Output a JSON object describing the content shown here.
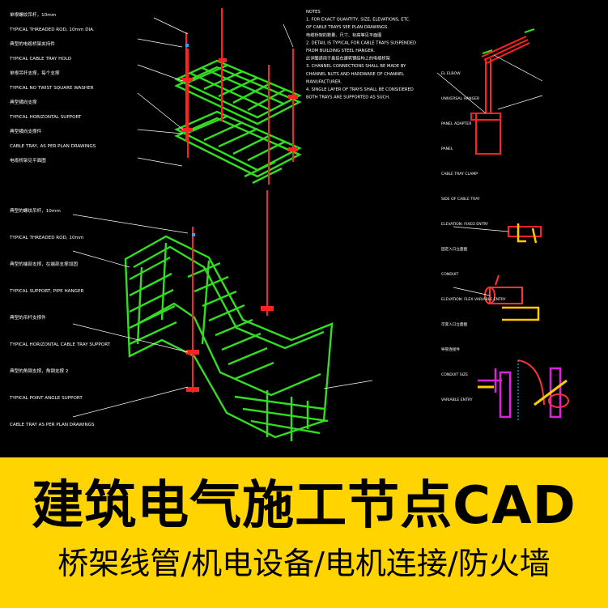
{
  "banner": {
    "title": "建筑电气施工节点CAD",
    "subtitle": "桥架线管/机电设备/电机连接/防火墙"
  },
  "drawing": {
    "notes_top": [
      "NOTES",
      "1. FOR EXACT QUANTITY, SIZE, ELEVATIONS, ETC.",
      "   OF CABLE TRAYS SEE PLAN DRAWINGS.",
      "   电缆桥架的数量、尺寸、标高等见平面图",
      "2. DETAIL IS TYPICAL FOR CABLE TRAYS SUSPENDED",
      "   FROM BUILDING STEEL HANGER.",
      "   此详图适用于悬挂在建筑钢结构上的电缆桥架",
      "3. CHANNEL CONNECTIONS SHALL BE MADE BY",
      "   CHANNEL NUTS AND HARDWARE OF CHANNEL",
      "   MANUFACTURER.",
      "4. SINGLE LAYER OF TRAYS SHALL BE CONSIDERED",
      "   BOTH TRAYS ARE SUPPORTED AS SUCH."
    ],
    "labels_top_left": [
      "单根螺纹吊杆，10mm",
      "TYPICAL THREADED ROD, 10mm DIA.",
      "典型的电缆桥架夹持件",
      "TYPICAL CABLE TRAY HOLD",
      "单根吊杆支撑，每个支撑",
      "TYPICAL NO TWIST SQUARE WASHER",
      "典型横向支撑",
      "TYPICAL HORIZONTAL SUPPORT",
      "典型横向支撑件",
      "CABLE TRAY, AS PER PLAN DRAWINGS",
      "电缆桥架见平面图"
    ],
    "labels_right": [
      "EL ELBOW",
      "UNIVERSAL HANGER",
      "PANEL ADAPTER",
      "PANEL",
      "CABLE TRAY CLAMP",
      "SIDE OF CABLE TRAY",
      "ELEVATION: FIXED ENTRY",
      "固定入口立面图",
      "CONDUIT",
      "ELEVATION: FLEX VARIABLE ENTRY",
      "可变入口立面图",
      "导管连接件",
      "CONDUIT SIZE",
      "VARIABLE ENTRY"
    ],
    "labels_bottom_left": [
      "典型的螺纹吊杆，10mm",
      "TYPICAL THREADED ROD, 10mm",
      "典型的端部支撑，在端部支撑加固",
      "TYPICAL SUPPORT, PIPE HANGER",
      "典型的吊杆支撑件",
      "TYPICAL HORIZONTAL CABLE TRAY SUPPORT",
      "典型的角钢支撑，角钢支撑 2",
      "TYPICAL POINT ANGLE SUPPORT",
      "CABLE TRAY AS PER PLAN DRAWINGS"
    ],
    "colors": {
      "tray": "#33dd22",
      "rod": "#ff2222",
      "leader": "#ffffff",
      "conduit": "#ff3333",
      "fitting": "#dd22dd",
      "clamp": "#ffcc00",
      "accent_cyan": "#22ccff"
    }
  }
}
